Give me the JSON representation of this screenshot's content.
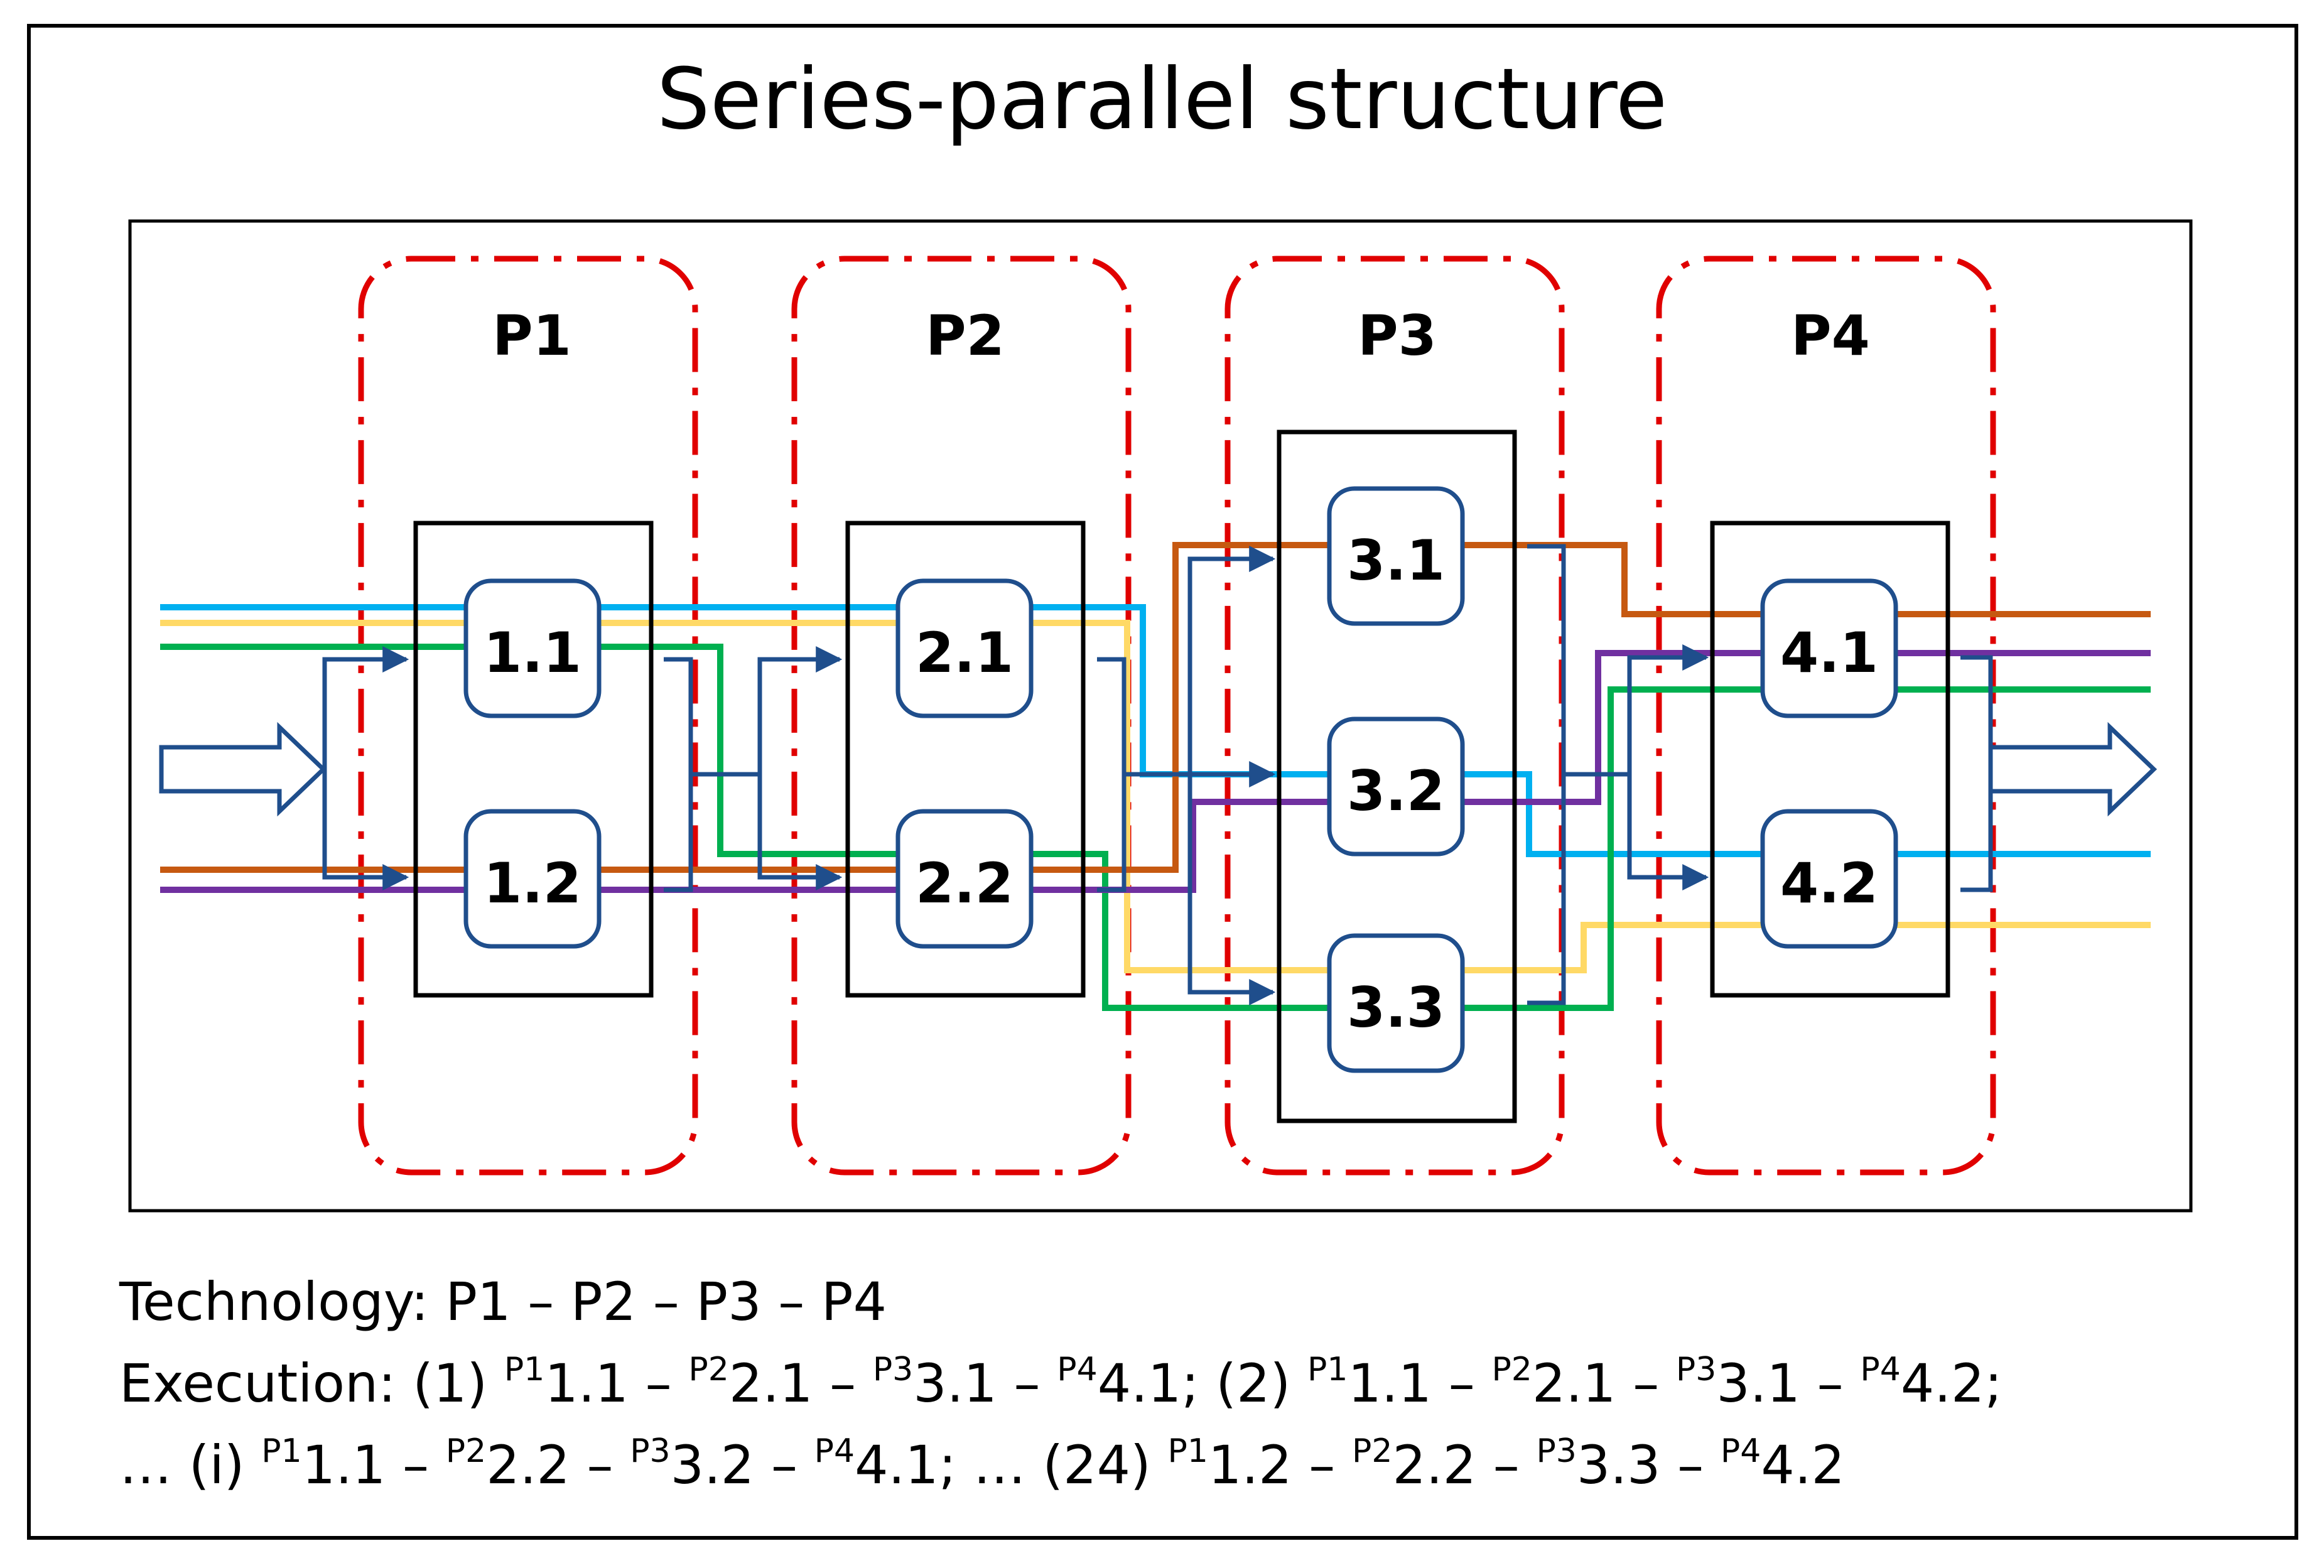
{
  "title": "Series-parallel structure",
  "stages": [
    {
      "label": "P1",
      "nodes": [
        "1.1",
        "1.2"
      ]
    },
    {
      "label": "P2",
      "nodes": [
        "2.1",
        "2.2"
      ]
    },
    {
      "label": "P3",
      "nodes": [
        "3.1",
        "3.2",
        "3.3"
      ]
    },
    {
      "label": "P4",
      "nodes": [
        "4.1",
        "4.2"
      ]
    }
  ],
  "caption": {
    "line1": "Technology: P1 – P2 – P3 – P4",
    "line2": [
      {
        "sup": "",
        "text": "Execution: (1) "
      },
      {
        "sup": "P1",
        "text": "1.1 – "
      },
      {
        "sup": "P2",
        "text": "2.1 – "
      },
      {
        "sup": "P3",
        "text": "3.1 – "
      },
      {
        "sup": "P4",
        "text": "4.1; (2) "
      },
      {
        "sup": "P1",
        "text": "1.1 – "
      },
      {
        "sup": "P2",
        "text": "2.1 – "
      },
      {
        "sup": "P3",
        "text": "3.1 – "
      },
      {
        "sup": "P4",
        "text": "4.2;"
      }
    ],
    "line3": [
      {
        "sup": "",
        "text": "… (i) "
      },
      {
        "sup": "P1",
        "text": "1.1 – "
      },
      {
        "sup": "P2",
        "text": "2.2 – "
      },
      {
        "sup": "P3",
        "text": "3.2 – "
      },
      {
        "sup": "P4",
        "text": "4.1; … (24) "
      },
      {
        "sup": "P1",
        "text": "1.2 – "
      },
      {
        "sup": "P2",
        "text": "2.2 – "
      },
      {
        "sup": "P3",
        "text": "3.3 – "
      },
      {
        "sup": "P4",
        "text": "4.2"
      }
    ]
  },
  "colors": {
    "stage_border": "#e00000",
    "arrow": "#1f4e8c",
    "route_orange": "#c65911",
    "route_purple": "#7030a0",
    "route_green": "#00b050",
    "route_yellow": "#ffd966",
    "route_lightblue": "#00b0f0"
  }
}
